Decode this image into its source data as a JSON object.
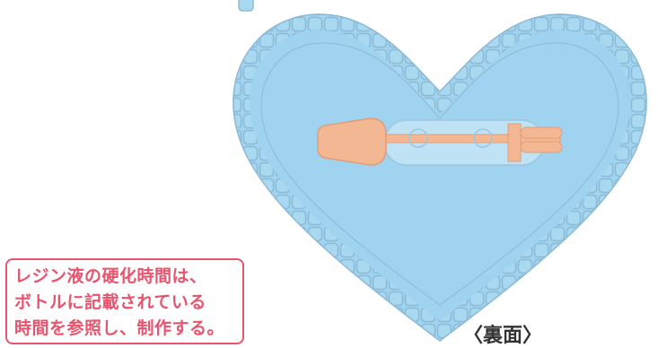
{
  "note": {
    "lines": [
      "レジン液の硬化時間は、",
      "ボトルに記載されている",
      "時間を参照し、制作する。"
    ]
  },
  "caption": "〈裏面〉",
  "colors": {
    "heart_fill": "#9fd3ef",
    "bead": "#a9d9f1",
    "bead_edge": "#8cbad6",
    "pin_body": "#f3b893",
    "pin_dark": "#e39c75",
    "note_border": "#e8546e"
  },
  "icons": [
    "heart-shape",
    "brooch-pin-icon",
    "bead-border"
  ]
}
